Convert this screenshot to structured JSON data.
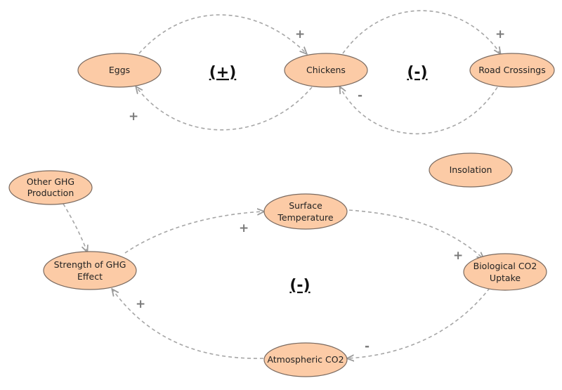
{
  "nodes": {
    "eggs": "Eggs",
    "chickens": "Chickens",
    "road_crossings": "Road Crossings",
    "insolation": "Insolation",
    "other_ghg": [
      "Other GHG",
      "Production"
    ],
    "ghg_effect": [
      "Strength of GHG",
      "Effect"
    ],
    "surface_temp": [
      "Surface",
      "Temperature"
    ],
    "bio_co2": [
      "Biological CO2",
      "Uptake"
    ],
    "atm_co2": "Atmospheric CO2"
  },
  "polarities": {
    "eggs_to_chickens": "+",
    "chickens_to_eggs": "+",
    "chickens_to_road": "+",
    "road_to_chickens": "-",
    "ghg_to_temp": "+",
    "temp_to_bio": "+",
    "bio_to_atm": "-",
    "atm_to_ghg": "+"
  },
  "loops": {
    "eggs_chickens": "(+)",
    "chickens_road": "(-)",
    "climate": "(-)"
  },
  "colors": {
    "node_fill": "#fccba6",
    "node_stroke": "#7a6a60",
    "link": "#a6a6a6"
  }
}
